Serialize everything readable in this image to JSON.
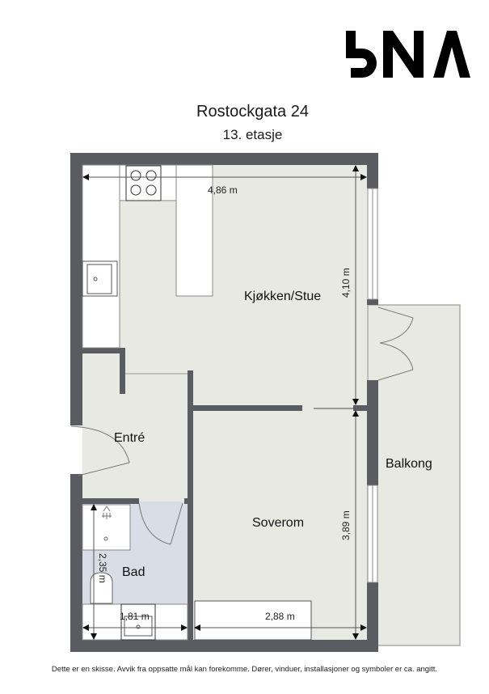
{
  "logo": {
    "text": "BNA",
    "icon": "bna-logo-icon"
  },
  "header": {
    "address": "Rostockgata 24",
    "floor": "13. etasje"
  },
  "rooms": [
    {
      "id": "kjokken-stue",
      "label": "Kjøkken/Stue"
    },
    {
      "id": "entre",
      "label": "Entré"
    },
    {
      "id": "bad",
      "label": "Bad"
    },
    {
      "id": "soverom",
      "label": "Soverom"
    },
    {
      "id": "balkong",
      "label": "Balkong"
    }
  ],
  "dimensions": {
    "kjokken_width": "4,86 m",
    "kjokken_depth": "4,10 m",
    "soverom_depth": "3,89 m",
    "soverom_width": "2,88 m",
    "bad_depth": "2,35 m",
    "bad_width": "1,81 m"
  },
  "fixtures": [
    {
      "name": "cooktop-icon",
      "room": "kjokken-stue"
    },
    {
      "name": "kitchen-sink-icon",
      "room": "kjokken-stue"
    },
    {
      "name": "kitchen-island",
      "room": "kjokken-stue"
    },
    {
      "name": "shower-icon",
      "room": "bad"
    },
    {
      "name": "toilet-icon",
      "room": "bad"
    },
    {
      "name": "washbasin-icon",
      "room": "bad"
    },
    {
      "name": "wardrobe",
      "room": "soverom"
    }
  ],
  "colors": {
    "wall": "#5a5c61",
    "floor": "#e9e9e3",
    "bathroom_floor": "#d8dde6",
    "furniture": "#ffffff",
    "line": "#6e6e6e"
  },
  "footer": {
    "disclaimer": "Dette er en skisse. Avvik fra oppsatte mål kan forekomme. Dører, vinduer, installasjoner og symboler er ca. angitt."
  }
}
